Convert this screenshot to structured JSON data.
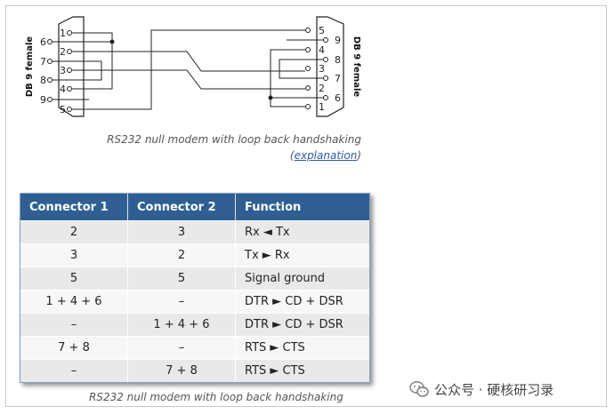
{
  "diagram": {
    "left_connector": {
      "label": "DB 9 female",
      "pins": [
        "1",
        "6",
        "2",
        "7",
        "3",
        "8",
        "4",
        "9",
        "5"
      ]
    },
    "right_connector": {
      "label": "DB 9 female",
      "pins": [
        "5",
        "9",
        "4",
        "8",
        "3",
        "7",
        "2",
        "6",
        "1"
      ]
    },
    "caption": "RS232 null modem with loop back handshaking",
    "explanation_prefix": "(",
    "explanation_link": "explanation",
    "explanation_suffix": ")"
  },
  "table": {
    "headers": [
      "Connector 1",
      "Connector 2",
      "Function"
    ],
    "rows": [
      [
        "2",
        "3",
        "Rx ◄ Tx"
      ],
      [
        "3",
        "2",
        "Tx ► Rx"
      ],
      [
        "5",
        "5",
        "Signal ground"
      ],
      [
        "1 + 4 + 6",
        "–",
        "DTR ► CD + DSR"
      ],
      [
        "–",
        "1 + 4 + 6",
        "DTR ► CD + DSR"
      ],
      [
        "7 + 8",
        "–",
        "RTS ► CTS"
      ],
      [
        "–",
        "7 + 8",
        "RTS ► CTS"
      ]
    ],
    "caption": "RS232 null modem with loop back handshaking"
  },
  "watermark": {
    "text": "公众号 · 硬核研习录",
    "icon": "wechat-icon"
  }
}
